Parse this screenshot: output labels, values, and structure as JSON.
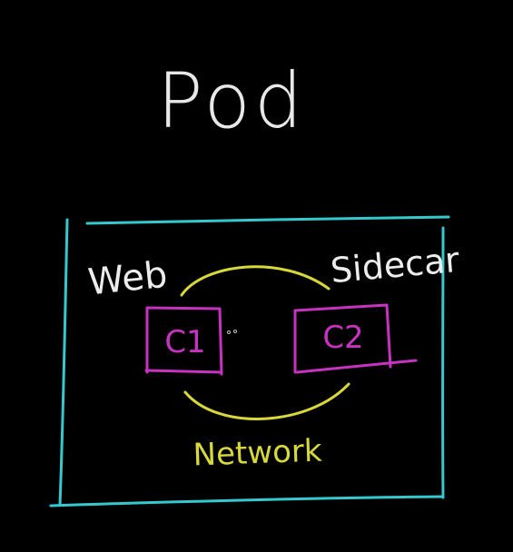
{
  "title": "Pod",
  "labels": {
    "container1_name": "Web",
    "container2_name": "Sidecar",
    "container1_id": "C1",
    "container2_id": "C2",
    "network": "Network"
  },
  "colors": {
    "background": "#000000",
    "title": "#e8e8e8",
    "pod_border": "#35c9cf",
    "container": "#c832c0",
    "network": "#d8d83a",
    "label": "#ececec"
  }
}
